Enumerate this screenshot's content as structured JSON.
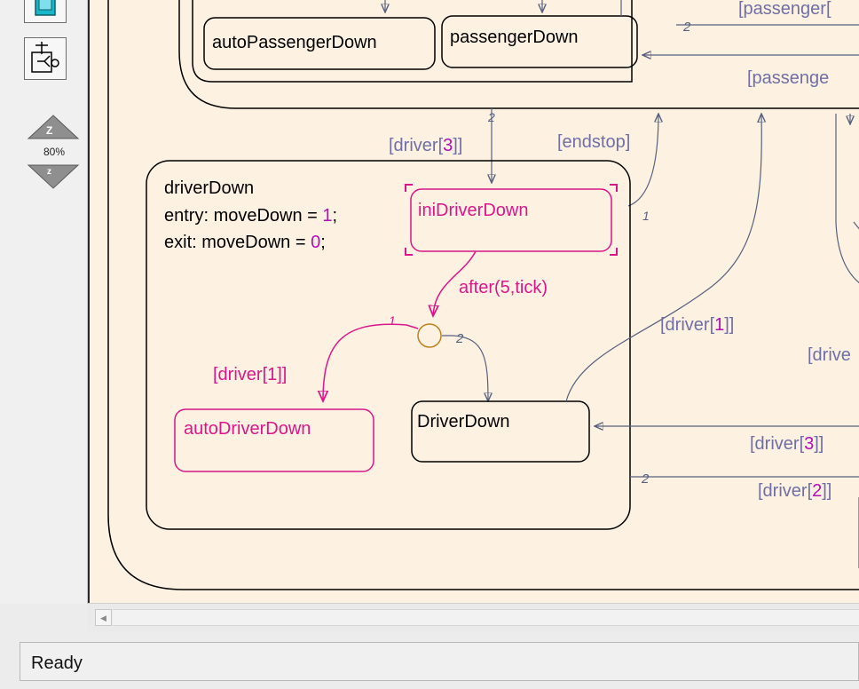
{
  "toolbar": {
    "zoom_level": "80%",
    "zoom_in_label": "Z",
    "zoom_out_label": "z"
  },
  "diagram": {
    "colors": {
      "state_border": "#000000",
      "active_magenta": "#d9168a",
      "transition_blue": "#56607f",
      "label_blue": "#6f6fa6",
      "number_magenta": "#b30fb8",
      "junction": "#c08020"
    },
    "states": {
      "auto_passenger_down": "autoPassengerDown",
      "passenger_down": "passengerDown",
      "driver_down": {
        "name": "driverDown",
        "entry_prefix": "entry: moveDown = ",
        "entry_value": "1",
        "exit_prefix": "exit: moveDown = ",
        "exit_value": "0",
        "terminator": ";"
      },
      "ini_driver_down": "iniDriverDown",
      "auto_driver_down": "autoDriverDown",
      "driver_down_inner": "DriverDown"
    },
    "labels": {
      "passenger_top": {
        "prefix": "[passenger[",
        "num": "",
        "suffix": ""
      },
      "passenger_mid": {
        "prefix": "[passenge",
        "num": "",
        "suffix": ""
      },
      "driver3_top": {
        "prefix": "[driver[",
        "num": "3",
        "suffix": "]]"
      },
      "endstop": "[endstop]",
      "after": "after(5,tick)",
      "driver1_left": {
        "prefix": "[driver[",
        "num": "1",
        "suffix": "]]"
      },
      "driver1_right": {
        "prefix": "[driver[",
        "num": "1",
        "suffix": "]]"
      },
      "driver_edge": "[drive",
      "driver3_bottom": {
        "prefix": "[driver[",
        "num": "3",
        "suffix": "]]"
      },
      "driver2_bottom": {
        "prefix": "[driver[",
        "num": "2",
        "suffix": "]]"
      }
    },
    "priorities": {
      "p2_top": "2",
      "p2_mid": "2",
      "p1_endstop": "1",
      "p1_junction": "1",
      "p2_junction": "2",
      "p2_bottom": "2"
    }
  },
  "status": {
    "text": "Ready"
  }
}
